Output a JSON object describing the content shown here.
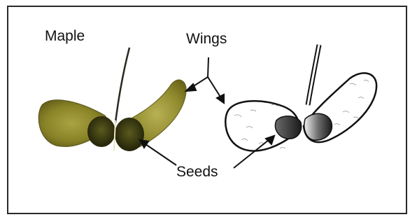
{
  "diagram": {
    "title": "Maple",
    "labels": {
      "wings": "Wings",
      "seeds": "Seeds"
    }
  },
  "colors": {
    "photo_wing": "#8d8a2a",
    "photo_seed": "#3a3a12",
    "outline": "#111111",
    "background": "#ffffff"
  }
}
